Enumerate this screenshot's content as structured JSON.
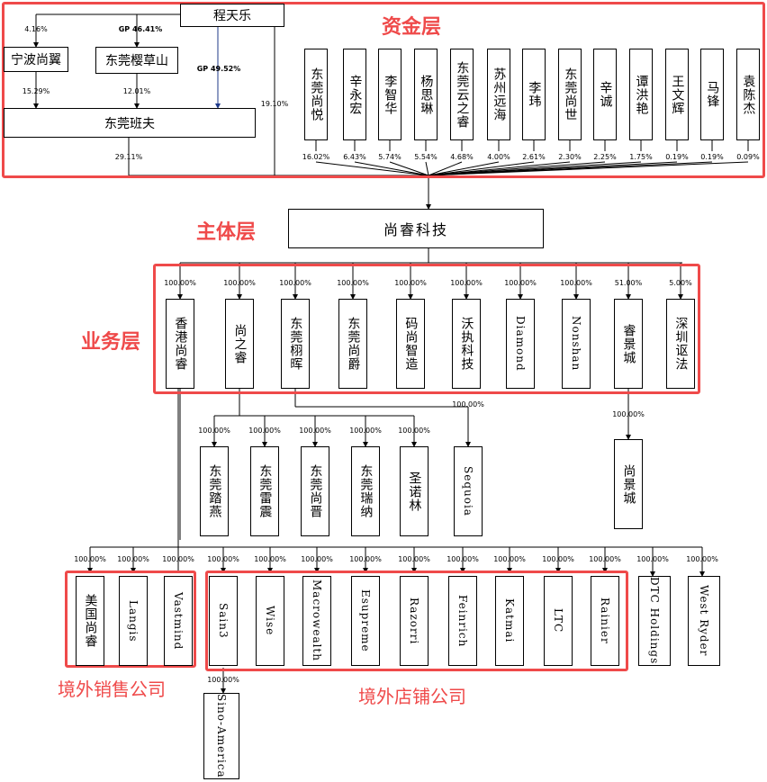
{
  "layers": {
    "capital": "资金层",
    "entity": "主体层",
    "business": "业务层",
    "overseas_sales": "境外销售公司",
    "overseas_stores": "境外店铺公司"
  },
  "top": {
    "cheng": "程天乐",
    "ningbo": "宁波尚翼",
    "yingcao": "东莞樱草山",
    "banfu": "东莞班夫",
    "pct_ningbo": "4.16%",
    "pct_yingcao": "GP 46.41%",
    "pct_banfu_direct": "GP 49.52%",
    "pct_ningbo_banfu": "15.29%",
    "pct_yingcao_banfu": "12.01%",
    "pct_banfu_sr": "29.11%",
    "pct_cheng_sr": "19.10%"
  },
  "shareholders": [
    {
      "name": "东莞尚悦",
      "pct": "16.02%"
    },
    {
      "name": "辛永宏",
      "pct": "6.43%"
    },
    {
      "name": "李智华",
      "pct": "5.74%"
    },
    {
      "name": "杨思琳",
      "pct": "5.54%"
    },
    {
      "name": "东莞云之睿",
      "pct": "4.68%"
    },
    {
      "name": "苏州远海",
      "pct": "4.00%"
    },
    {
      "name": "李玮",
      "pct": "2.61%"
    },
    {
      "name": "东莞尚世",
      "pct": "2.30%"
    },
    {
      "name": "辛诚",
      "pct": "2.25%"
    },
    {
      "name": "谭洪艳",
      "pct": "1.75%"
    },
    {
      "name": "王文辉",
      "pct": "0.19%"
    },
    {
      "name": "马锋",
      "pct": "0.19%"
    },
    {
      "name": "袁陈杰",
      "pct": "0.09%"
    }
  ],
  "main": "尚睿科技",
  "subs": [
    {
      "name": "香港尚睿",
      "pct": "100.00%"
    },
    {
      "name": "尚之睿",
      "pct": "100.00%"
    },
    {
      "name": "东莞栩晖",
      "pct": "100.00%"
    },
    {
      "name": "东莞尚爵",
      "pct": "100.00%"
    },
    {
      "name": "码尚智造",
      "pct": "100.00%"
    },
    {
      "name": "沃执科技",
      "pct": "100.00%"
    },
    {
      "name": "Diamond",
      "pct": "100.00%"
    },
    {
      "name": "Nonshan",
      "pct": "100.00%"
    },
    {
      "name": "睿景城",
      "pct": "51.00%"
    },
    {
      "name": "深圳讴法",
      "pct": "5.00%"
    }
  ],
  "third": [
    {
      "name": "东莞踏燕",
      "pct": "100.00%"
    },
    {
      "name": "东莞雷震",
      "pct": "100.00%"
    },
    {
      "name": "东莞尚晋",
      "pct": "100.00%"
    },
    {
      "name": "东莞瑞纳",
      "pct": "100.00%"
    },
    {
      "name": "圣诺林",
      "pct": "100.00%"
    },
    {
      "name": "Sequoia",
      "pct": "100.00%"
    }
  ],
  "shangjingcheng": {
    "name": "尚景城",
    "pct": "100.00%"
  },
  "overseas": [
    {
      "name": "美国尚睿",
      "pct": "100.00%"
    },
    {
      "name": "Langis",
      "pct": "100.00%"
    },
    {
      "name": "Vastmind",
      "pct": "100.00%"
    },
    {
      "name": "Sain3",
      "pct": "100.00%"
    },
    {
      "name": "Wise",
      "pct": "100.00%"
    },
    {
      "name": "Macrowealth",
      "pct": "100.00%"
    },
    {
      "name": "Esupreme",
      "pct": "100.00%"
    },
    {
      "name": "Razorri",
      "pct": "100.00%"
    },
    {
      "name": "Feinrich",
      "pct": "100.00%"
    },
    {
      "name": "Katmai",
      "pct": "100.00%"
    },
    {
      "name": "LTC",
      "pct": "100.00%"
    },
    {
      "name": "Rainier",
      "pct": "100.00%"
    },
    {
      "name": "DTC Holdings",
      "pct": "100.00%"
    },
    {
      "name": "West Ryder",
      "pct": "100.00%"
    }
  ],
  "sino": {
    "name": "Sino-America",
    "pct": "100.00%"
  }
}
